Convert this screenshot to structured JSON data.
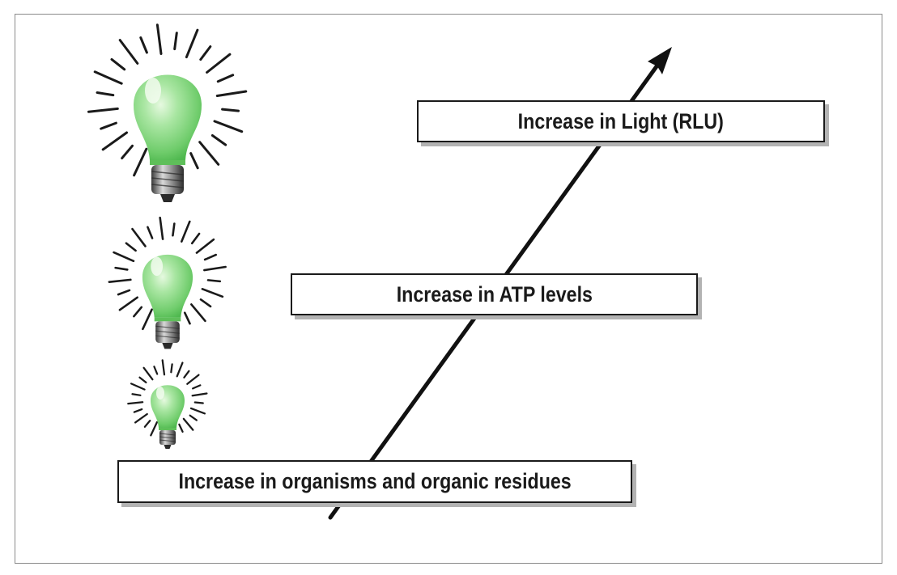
{
  "diagram": {
    "labels": {
      "light": "Increase in Light (RLU)",
      "atp": "Increase in ATP levels",
      "organisms": "Increase in organisms and organic residues"
    },
    "icons": {
      "bulb_large": "glowing-light-bulb-icon",
      "bulb_medium": "glowing-light-bulb-icon",
      "bulb_small": "glowing-light-bulb-icon",
      "arrow": "trend-arrow-icon"
    },
    "colors": {
      "bulb_glass": "#8fdc8a",
      "bulb_highlight": "#dff7d9",
      "rays": "#1a1a1a",
      "arrow": "#111111",
      "box_shadow": "#b3b3b3"
    }
  }
}
